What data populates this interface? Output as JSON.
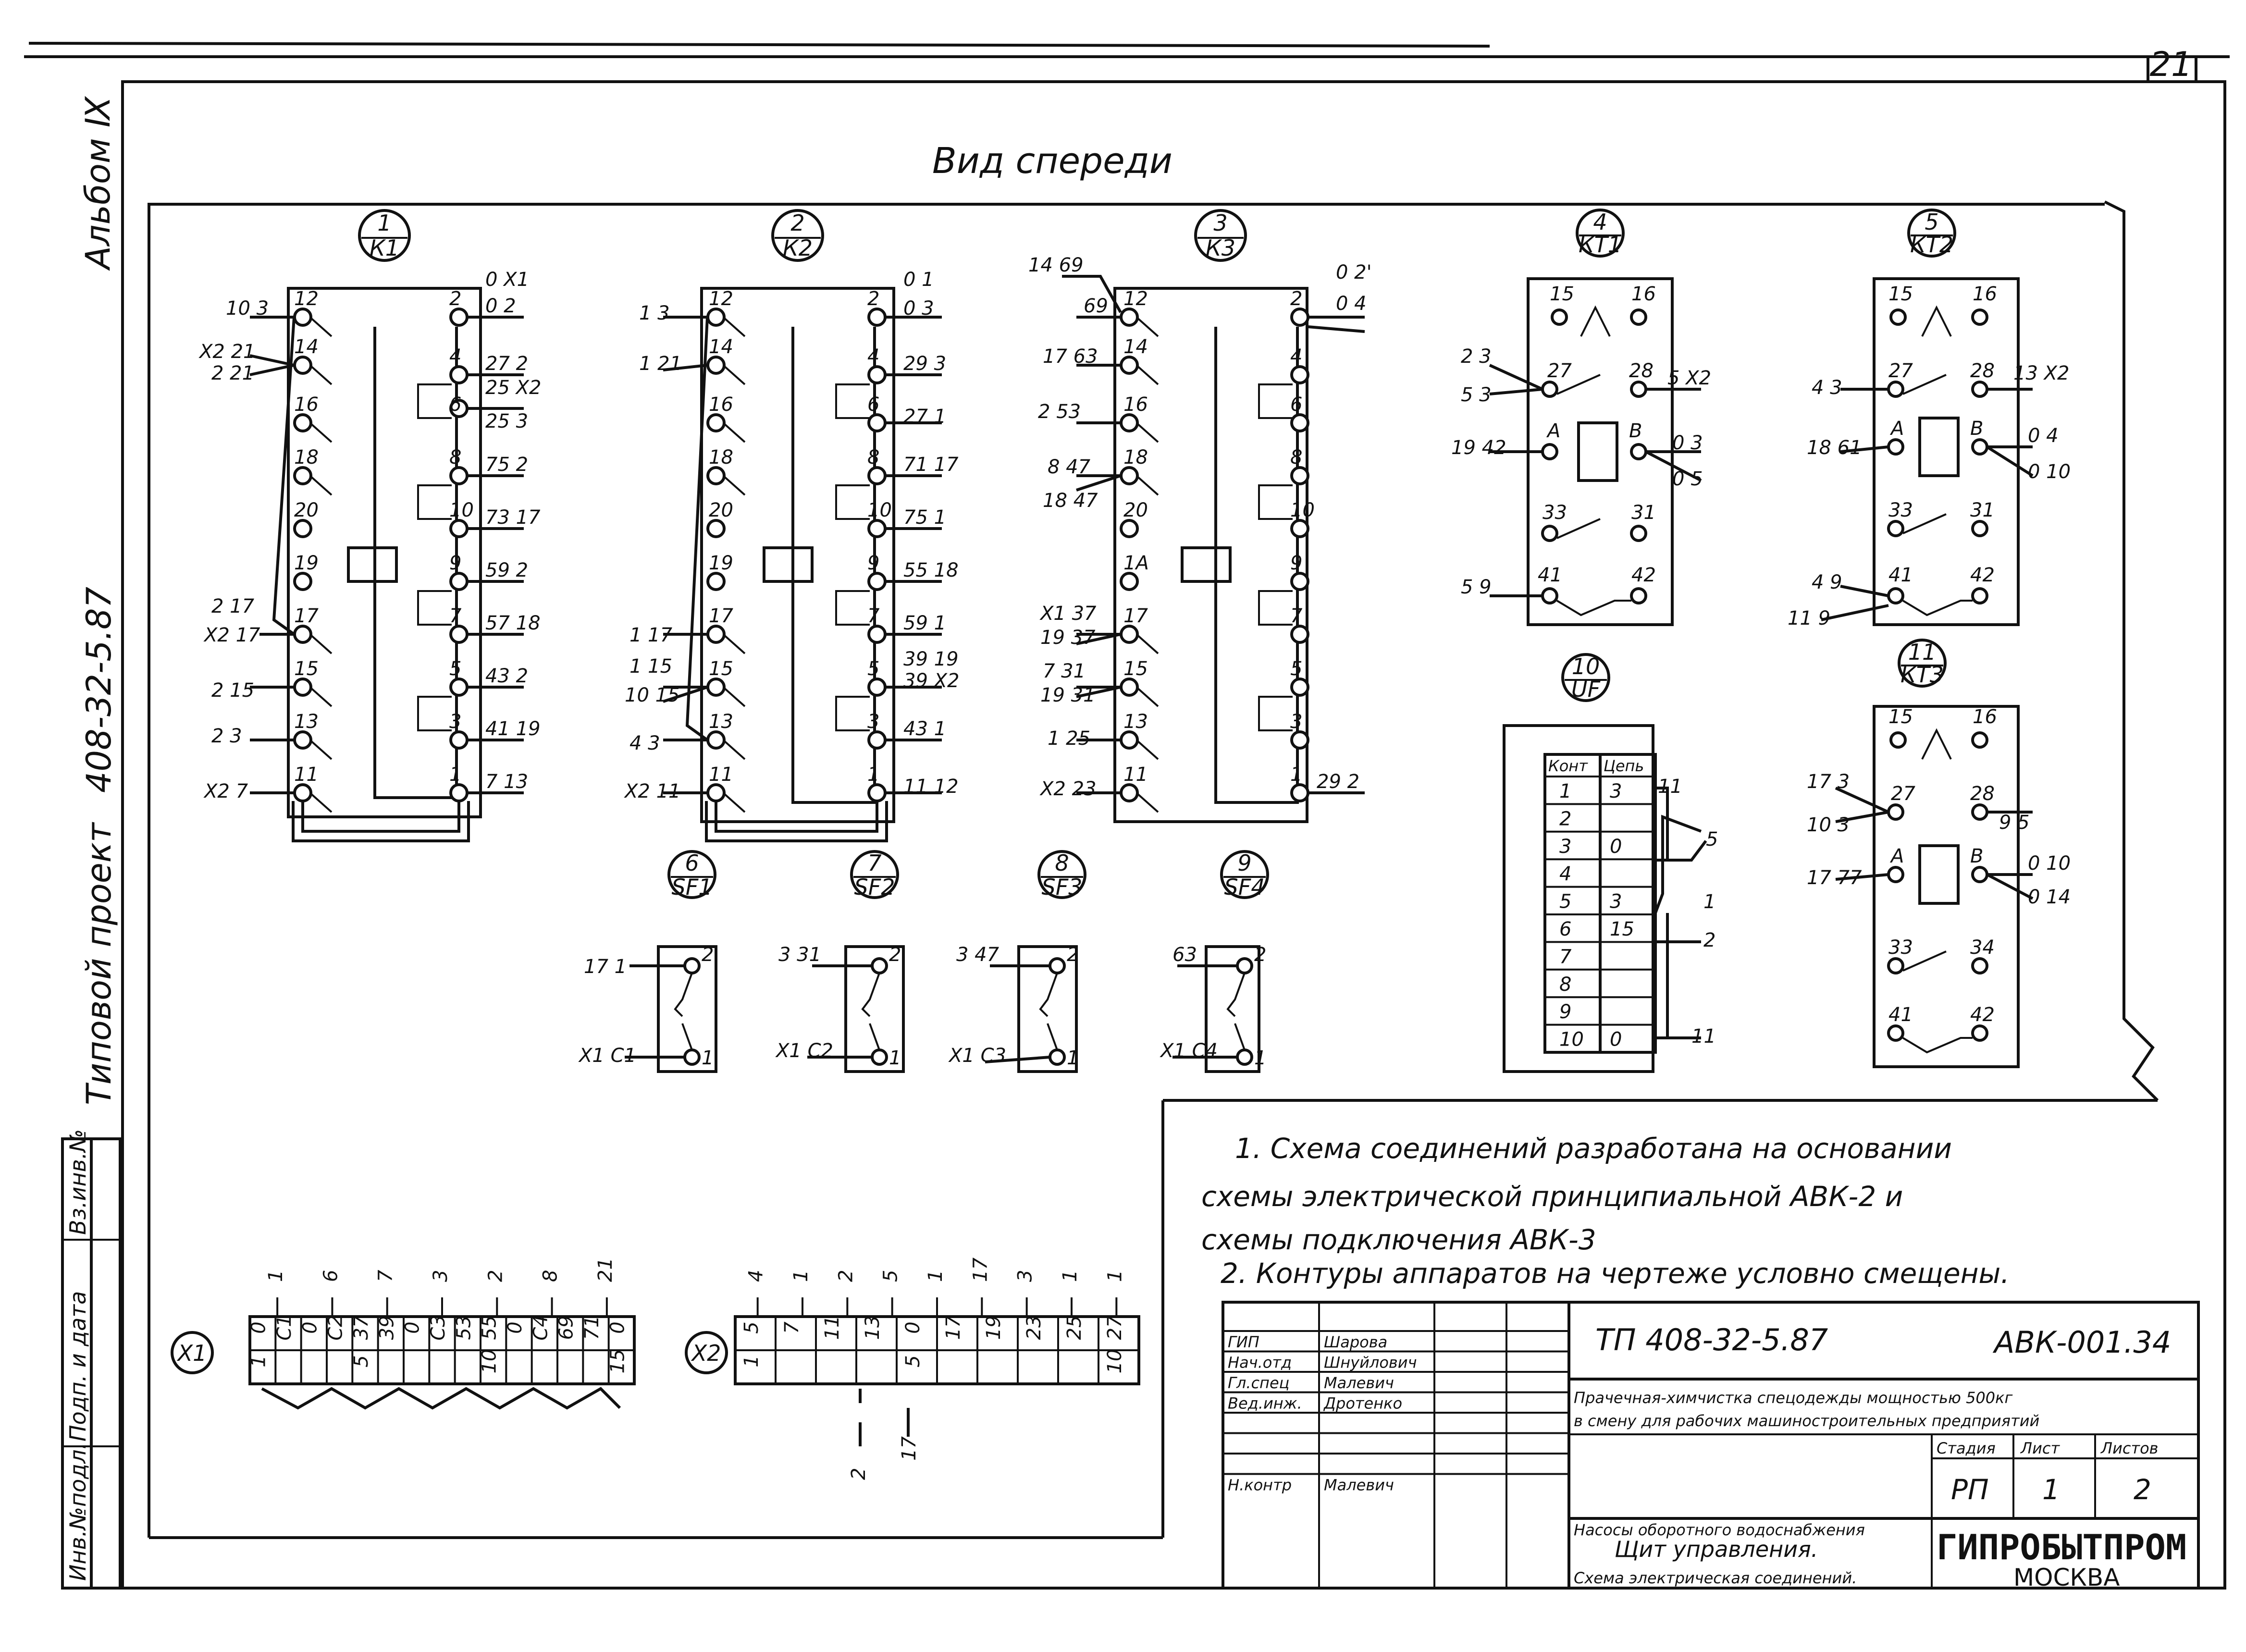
{
  "sheet_number": "21",
  "side_labels": {
    "album": "Альбом Ⅸ",
    "project_code": "408-32-5.87",
    "typical_project": "Типовой проект",
    "left_stamp": [
      "Инв.№подл.",
      "Подп. и дата",
      "Вз.инв.№"
    ]
  },
  "title": "Вид спереди",
  "devices": [
    {
      "num": "1",
      "code": "К1"
    },
    {
      "num": "2",
      "code": "К2"
    },
    {
      "num": "3",
      "code": "К3"
    },
    {
      "num": "4",
      "code": "КТ1"
    },
    {
      "num": "5",
      "code": "КТ2"
    },
    {
      "num": "6",
      "code": "SF1"
    },
    {
      "num": "7",
      "code": "SF2"
    },
    {
      "num": "8",
      "code": "SF3"
    },
    {
      "num": "9",
      "code": "SF4"
    },
    {
      "num": "10",
      "code": "UF"
    },
    {
      "num": "11",
      "code": "КТ3"
    }
  ],
  "relay_pins_left": [
    "12",
    "14",
    "16",
    "18",
    "20",
    "19",
    "17",
    "15",
    "13",
    "11"
  ],
  "relay_pins_left_k3": [
    "12",
    "14",
    "16",
    "18",
    "20",
    "1А",
    "17",
    "15",
    "13",
    "11"
  ],
  "relay_pins_right": [
    "2",
    "4",
    "6",
    "8",
    "10",
    "9",
    "7",
    "5",
    "3",
    "1"
  ],
  "k1_left_wires": [
    "10 3",
    "Х2 21",
    "2 21",
    "2 17",
    "Х2 17",
    "2 15",
    "2 3",
    "Х2 7"
  ],
  "k1_right_wires": [
    "0 Х1",
    "0 2",
    "27 2",
    "25 Х2",
    "25 3",
    "75 2",
    "73 17",
    "59 2",
    "57 18",
    "43 2",
    "41 19",
    "7 13"
  ],
  "k2_left_wires": [
    "1 3",
    "1 21",
    "1 17",
    "1 15",
    "10 15",
    "4 3",
    "Х2 11"
  ],
  "k2_right_wires": [
    "0 1",
    "0 3",
    "29 3",
    "27 1",
    "71 17",
    "75 1",
    "55 18",
    "59 1",
    "39 19",
    "39 Х2",
    "43 1",
    "11 12"
  ],
  "k3_left_wires": [
    "14 69",
    "69",
    "17 63",
    "2 53",
    "8 47",
    "18 47",
    "Х1 37",
    "19 37",
    "7 31",
    "19 31",
    "1 25",
    "Х2 23"
  ],
  "k3_right_wires": [
    "0 2'",
    "0 4",
    "29 2"
  ],
  "kt1": {
    "pins": [
      "15",
      "16",
      "27",
      "28",
      "А",
      "В",
      "33",
      "31",
      "41",
      "42"
    ],
    "wires": [
      "2 3",
      "5 3",
      "19 42",
      "5 9",
      "5 Х2",
      "0 3",
      "0 5"
    ]
  },
  "kt2": {
    "pins": [
      "15",
      "16",
      "27",
      "28",
      "А",
      "В",
      "33",
      "31",
      "41",
      "42"
    ],
    "wires": [
      "4 3",
      "18 61",
      "4 9",
      "11 9",
      "13 Х2",
      "0 4",
      "0 10"
    ]
  },
  "kt3": {
    "pins": [
      "15",
      "16",
      "27",
      "28",
      "А",
      "В",
      "33",
      "34",
      "41",
      "42"
    ],
    "wires": [
      "17 3",
      "10 3",
      "17 77",
      "9 5",
      "0 10",
      "0 14"
    ]
  },
  "sf": [
    {
      "in_top": "17 1",
      "in_bot": "Х1 С1",
      "p2": "2",
      "p1": "1"
    },
    {
      "in_top": "3 31",
      "in_bot": "Х1 С2",
      "p2": "2",
      "p1": "1"
    },
    {
      "in_top": "3 47",
      "in_bot": "Х1 С3",
      "p2": "2",
      "p1": "1"
    },
    {
      "in_top": "63",
      "in_bot": "Х1 С4",
      "p2": "2",
      "p1": "1"
    }
  ],
  "uf_table": {
    "headers": [
      "Конт",
      "Цепь"
    ],
    "rows": [
      [
        "1",
        "3"
      ],
      [
        "2",
        ""
      ],
      [
        "3",
        "0"
      ],
      [
        "4",
        ""
      ],
      [
        "5",
        "3"
      ],
      [
        "6",
        "15"
      ],
      [
        "7",
        ""
      ],
      [
        "8",
        ""
      ],
      [
        "9",
        ""
      ],
      [
        "10",
        "0"
      ]
    ],
    "right_labels": [
      "11",
      "5",
      "1",
      "2",
      "11"
    ]
  },
  "terminal_x1": {
    "label": "Х1",
    "top_labels": [
      "1",
      "6",
      "7",
      "3",
      "2",
      "8",
      "21"
    ],
    "row1": [
      "0",
      "С1",
      "0",
      "С2",
      "37",
      "39",
      "0",
      "С3",
      "53",
      "55",
      "0",
      "С4",
      "69",
      "71",
      "0"
    ],
    "row2": [
      "1",
      "",
      "",
      "",
      "5",
      "",
      "",
      "",
      "",
      "10",
      "",
      "",
      "",
      "",
      "15"
    ]
  },
  "terminal_x2": {
    "label": "Х2",
    "top_labels": [
      "4",
      "1",
      "2",
      "5",
      "1",
      "17",
      "3",
      "1",
      "1"
    ],
    "row1": [
      "5",
      "7",
      "11",
      "13",
      "0",
      "17",
      "19",
      "23",
      "25",
      "27"
    ],
    "row2": [
      "1",
      "",
      "",
      "",
      "5",
      "",
      "",
      "",
      "",
      "10"
    ],
    "bottom_labels": [
      "2",
      "17"
    ]
  },
  "notes": [
    "1. Схема соединений разработана на основании",
    "схемы электрической принципиальной АВК-2 и",
    "схемы подключения АВК-3",
    "2. Контуры аппаратов на чертеже условно смещены."
  ],
  "title_block": {
    "code": "ТП  408-32-5.87",
    "sheet_code": "АВК-001.34",
    "roles": [
      "ГИП",
      "Нач.отд",
      "Гл.спец",
      "Вед.инж.",
      "",
      "",
      "",
      "Н.контр"
    ],
    "names": [
      "Шарова",
      "Шнуйлович",
      "Малевич",
      "Дротенко",
      "",
      "",
      "",
      "Малевич"
    ],
    "project_line1": "Прачечная-химчистка спецодежды мощностью 500кг",
    "project_line2": "в смену для рабочих машиностроительных предприятий",
    "stage_label": "Стадия",
    "sheet_label": "Лист",
    "sheets_label": "Листов",
    "stage": "РП",
    "sheet": "1",
    "sheets": "2",
    "drawing_line1": "Насосы оборотного водоснабжения",
    "drawing_line2": "Щит управления.",
    "drawing_line3": "Схема электрическая соединений.",
    "org": "ГИПРОБЫТПРОМ",
    "city": "МОСКВА"
  }
}
